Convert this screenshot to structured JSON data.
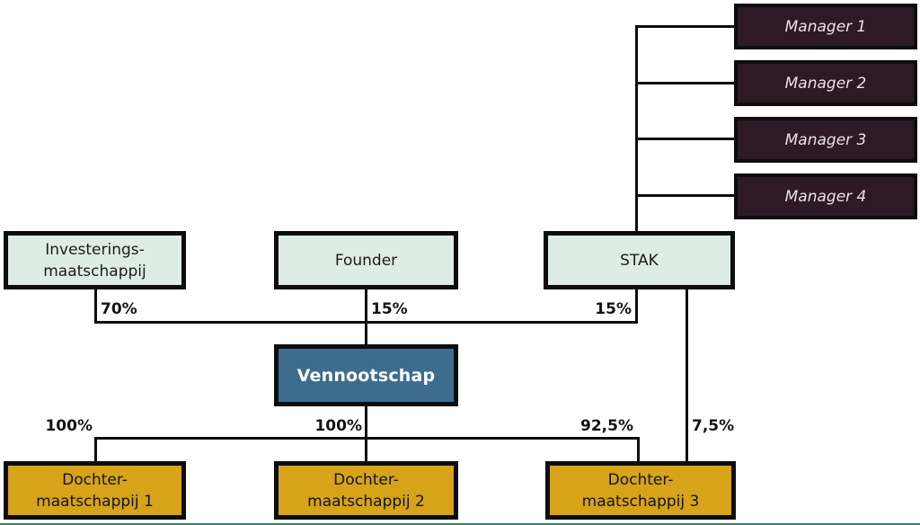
{
  "title": "Corporate holding structure diagram",
  "colors": {
    "mint": "#ddece4",
    "maroon": "#2e1a24",
    "blue": "#3d6d8e",
    "gold": "#d6a319",
    "line": "#0d0d0d",
    "manager-text": "#e9e1e6",
    "bottom-strip": "#37806f"
  },
  "nodes": {
    "managers": [
      {
        "label": "Manager 1"
      },
      {
        "label": "Manager 2"
      },
      {
        "label": "Manager 3"
      },
      {
        "label": "Manager 4"
      }
    ],
    "investor": {
      "line1": "Investerings-",
      "line2": "maatschappij"
    },
    "founder": {
      "label": "Founder"
    },
    "stak": {
      "label": "STAK"
    },
    "company": {
      "label": "Vennootschap"
    },
    "subsidiaries": [
      {
        "line1": "Dochter-",
        "line2": "maatschappij 1"
      },
      {
        "line1": "Dochter-",
        "line2": "maatschappij 2"
      },
      {
        "line1": "Dochter-",
        "line2": "maatschappij 3"
      }
    ]
  },
  "ownership_labels": {
    "investor_to_company": "70%",
    "founder_to_company": "15%",
    "stak_to_company": "15%",
    "company_to_sub1": "100%",
    "company_to_sub2": "100%",
    "company_to_sub3": "92,5%",
    "stak_to_sub3": "7,5%"
  }
}
